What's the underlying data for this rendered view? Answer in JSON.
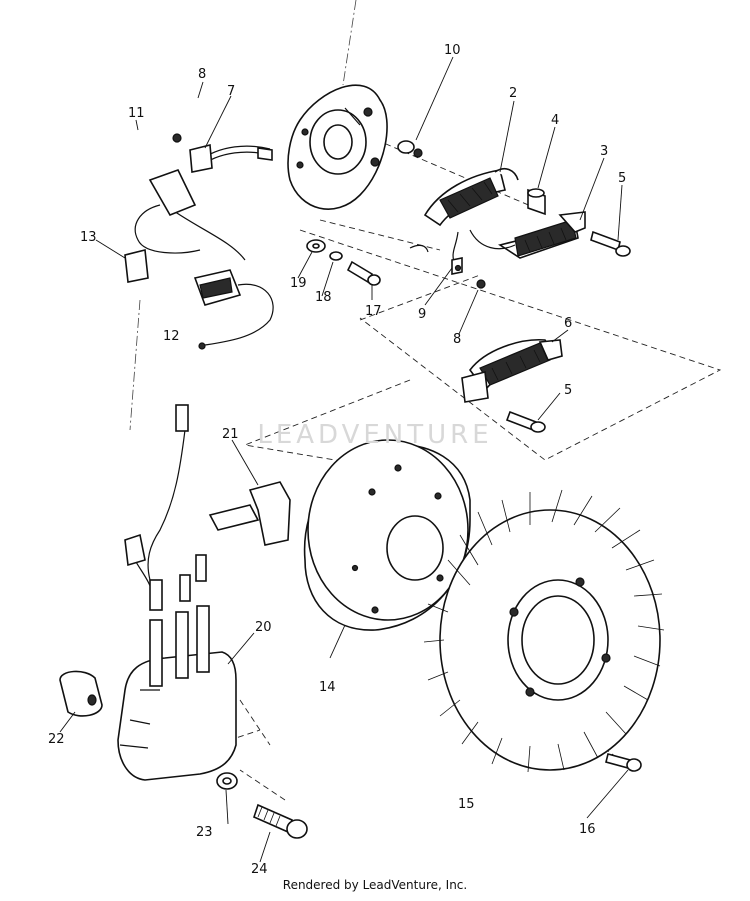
{
  "callouts": {
    "c1": "2",
    "c2": "3",
    "c3": "4",
    "c4": "5",
    "c5": "5",
    "c6": "6",
    "c7": "7",
    "c8": "8",
    "c9": "8",
    "c10": "9",
    "c11": "10",
    "c12": "11",
    "c13": "12",
    "c14": "13",
    "c15": "14",
    "c16": "15",
    "c17": "16",
    "c18": "17",
    "c19": "18",
    "c20": "19",
    "c21": "20",
    "c22": "21",
    "c23": "22",
    "c24": "23",
    "c25": "24"
  },
  "watermark": "LEADVENTURE",
  "footer": "Rendered by LeadVenture, Inc."
}
